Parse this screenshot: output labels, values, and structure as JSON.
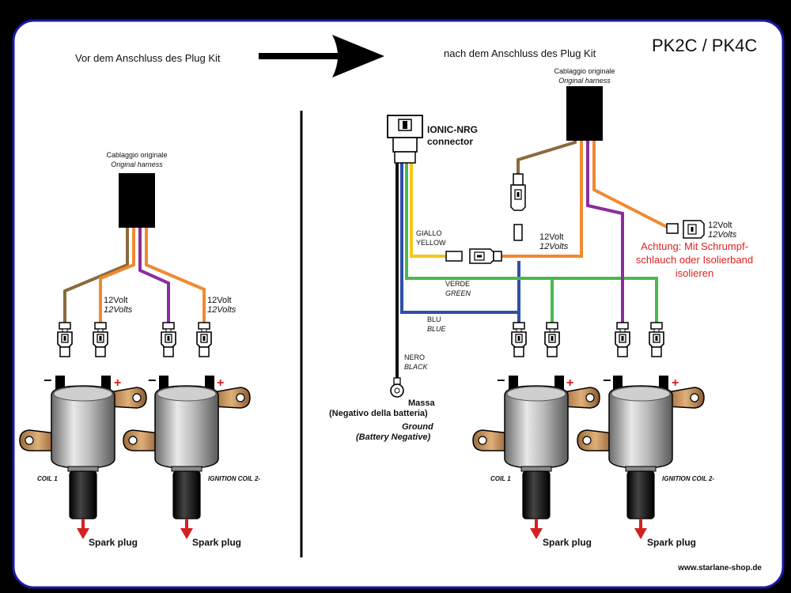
{
  "header": {
    "model": "PK2C / PK4C",
    "before_label": "Vor dem Anschluss des Plug Kit",
    "after_label": "nach dem Anschluss des Plug Kit"
  },
  "harness": {
    "label_it": "Cablaggio originale",
    "label_en": "Original harness"
  },
  "voltage": {
    "label_it": "12Volt",
    "label_en": "12Volts"
  },
  "polarity": {
    "minus": "−",
    "plus": "+"
  },
  "coils": {
    "coil1": "COIL 1",
    "coil2": "IGNITION COIL 2-"
  },
  "spark_plug": "Spark plug",
  "connector": {
    "name": "IONIC-NRG",
    "sub": "connector"
  },
  "wires": {
    "yellow_it": "GIALLO",
    "yellow_en": "YELLOW",
    "green_it": "VERDE",
    "green_en": "GREEN",
    "blue_it": "BLU",
    "blue_en": "BLUE",
    "black_it": "NERO",
    "black_en": "BLACK"
  },
  "ground": {
    "it_1": "Massa",
    "it_2": "(Negativo della batteria)",
    "en_1": "Ground",
    "en_2": "(Battery Negative)"
  },
  "warning": {
    "line1": "Achtung: Mit Schrumpf-",
    "line2": "schlauch oder Isolierband",
    "line3": "isolieren",
    "color": "#e02020"
  },
  "website": "www.starlane-shop.de",
  "colors": {
    "brown": "#8b6a3e",
    "orange": "#f08a30",
    "purple": "#8a2e9c",
    "green": "#4cb84c",
    "blue": "#2f4fa8",
    "yellow": "#f5c518",
    "black": "#111111",
    "frame": "#1a1aa8",
    "arrow": "#000000"
  }
}
